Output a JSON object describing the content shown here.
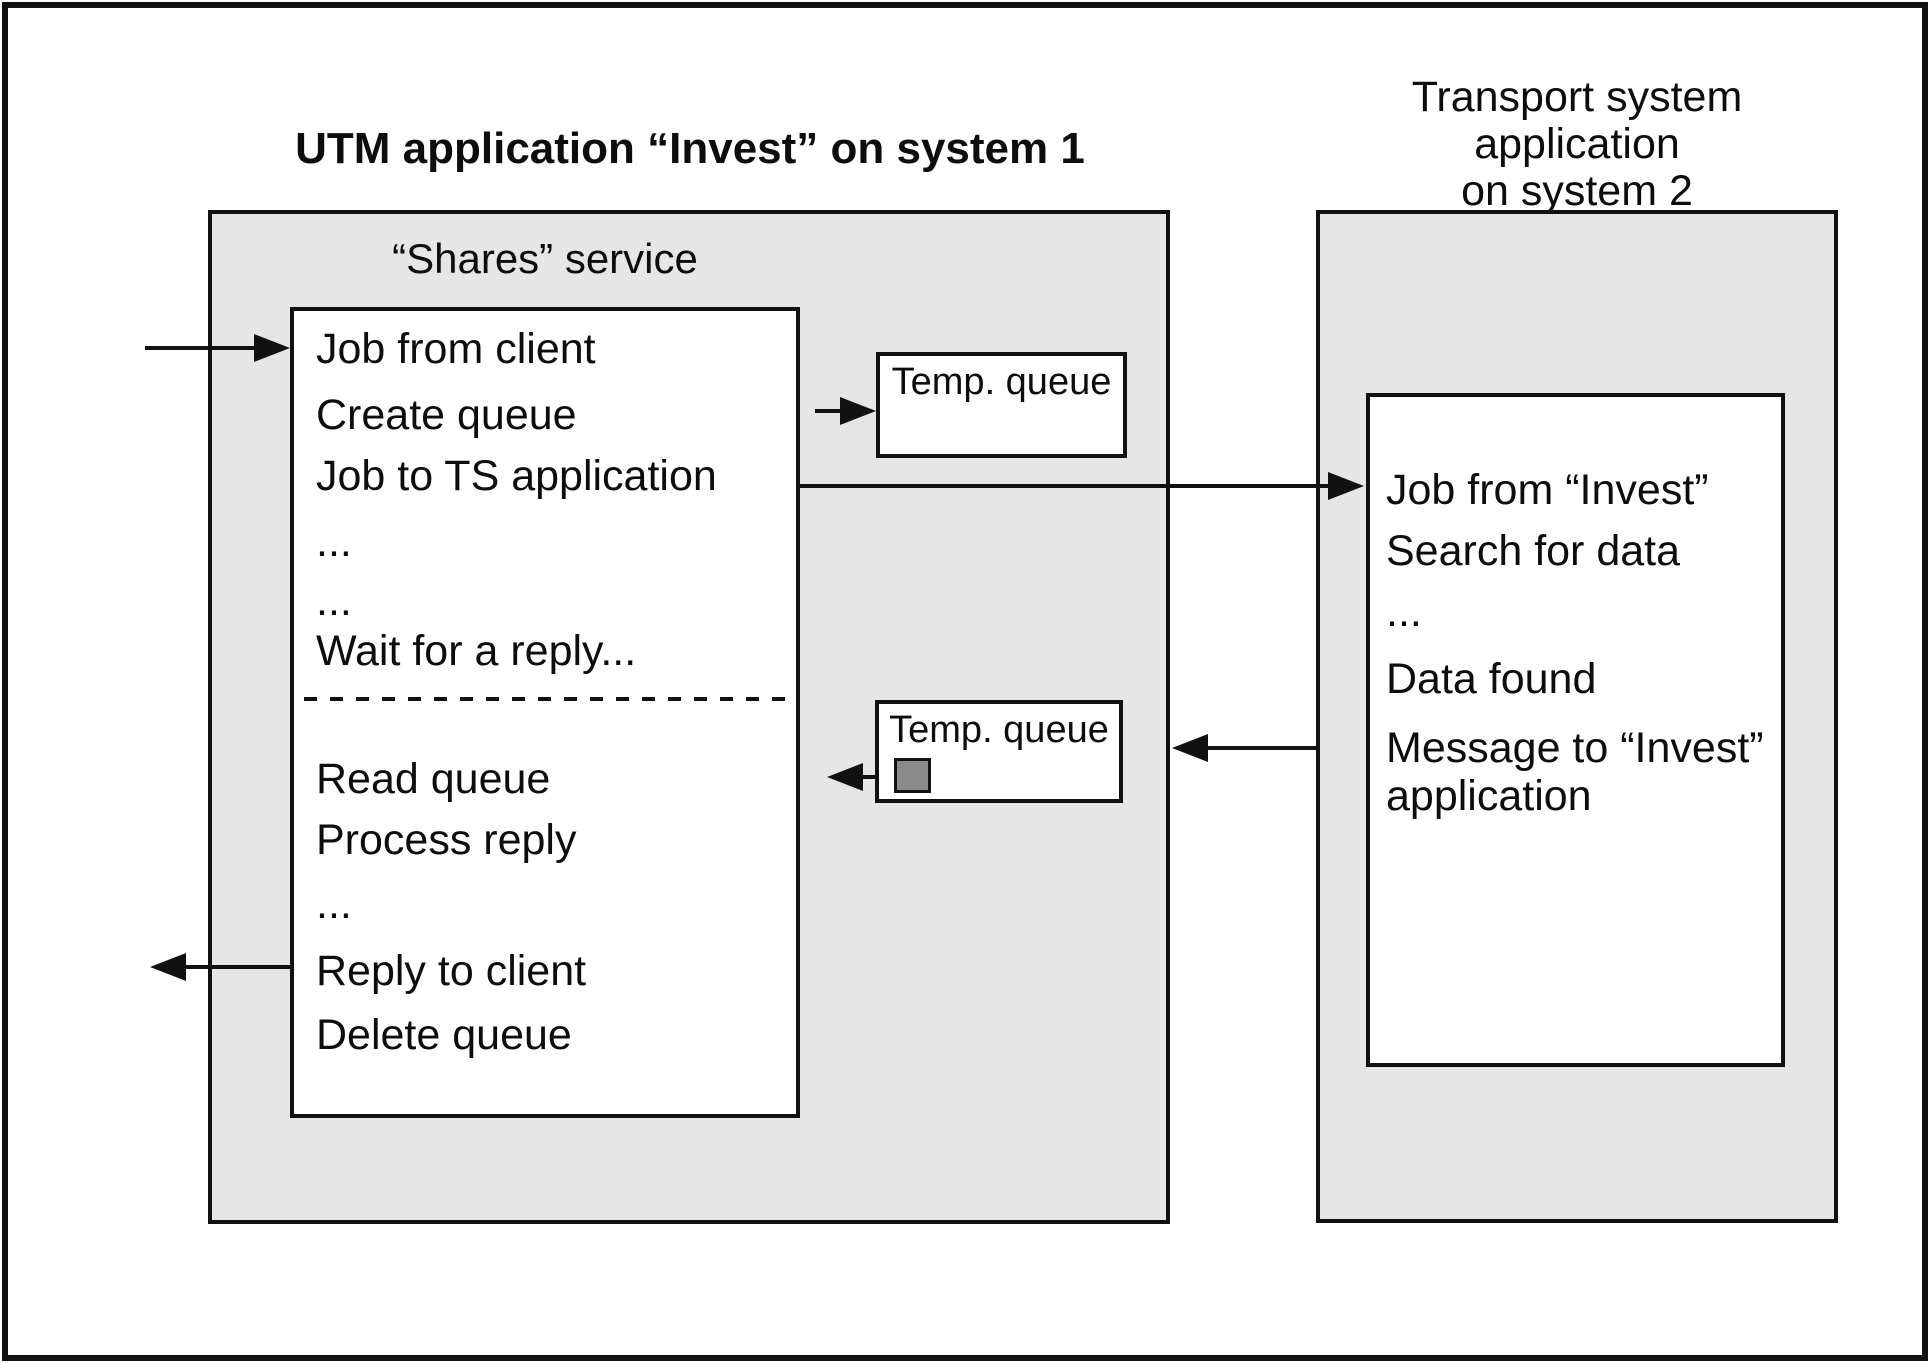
{
  "titles": {
    "left_system": "UTM application “Invest” on system 1",
    "right_system_line1": "Transport system application",
    "right_system_line2": "on system 2"
  },
  "left_panel": {
    "service_label": "“Shares” service",
    "lines": [
      "Job from client",
      "Create queue",
      "Job to TS application",
      "...",
      "...",
      "Wait for a reply...",
      "Read queue",
      "Process reply",
      "...",
      "Reply to client",
      "Delete queue"
    ]
  },
  "temp_queues": {
    "top_label": "Temp. queue",
    "bottom_label": "Temp. queue",
    "message_icon": "queue-message-square"
  },
  "right_panel": {
    "lines": [
      "Job from “Invest”",
      "Search for data",
      "...",
      "Data found"
    ],
    "message_block": "Message to “Invest” application"
  },
  "arrows": {
    "client_into_service": "from client into “Shares” service",
    "service_to_temp_queue": "service creates temp queue",
    "job_to_ts_application": "job sent to TS application on system 2",
    "ts_message_to_temp_queue": "message from TS application toward temp queue",
    "temp_queue_to_service": "message read from temp queue",
    "reply_to_client": "reply leaves “Shares” service to client"
  },
  "colors": {
    "panel_fill": "#e6e6e6",
    "border": "#111111",
    "text": "#0d0d0d",
    "queue_square_fill": "#8a8a8a"
  }
}
